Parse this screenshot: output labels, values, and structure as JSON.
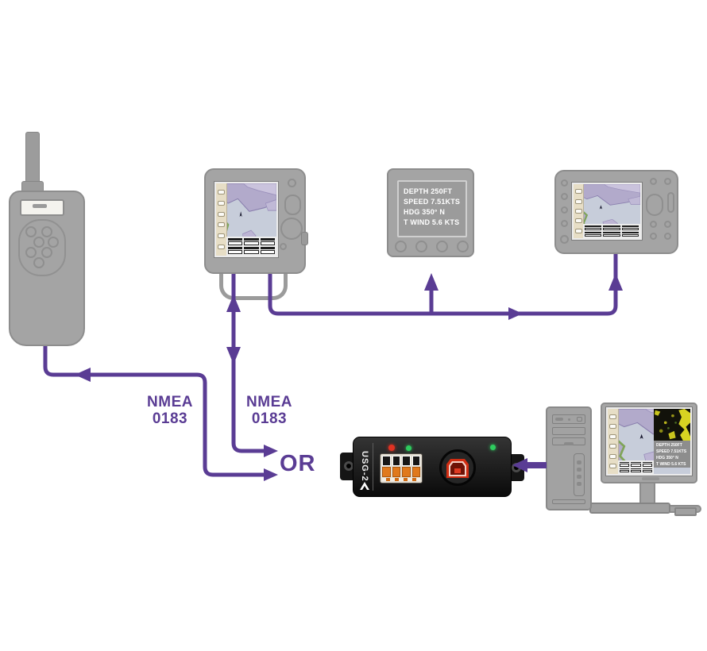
{
  "colors": {
    "connection_purple": "#5a3c94",
    "device_gray": "#a4a4a4",
    "usg2_black": "#151515",
    "usb_port_red": "#d12d12",
    "terminal_orange": "#e0791c",
    "led_red": "#e03222",
    "led_green": "#2ecc5e",
    "map_water": "#c7cdda",
    "map_land": "#b2aacb",
    "radar_yellow": "#d8d322"
  },
  "labels": {
    "nmea_left": {
      "line1": "NMEA",
      "line2": "0183"
    },
    "nmea_right": {
      "line1": "NMEA",
      "line2": "0183"
    },
    "or": "OR"
  },
  "instrument_display": {
    "lines": [
      "DEPTH 250FT",
      "SPEED 7.51KTS",
      "HDG 350° N",
      "T WIND 5.6 KTS"
    ]
  },
  "usg2_gateway": {
    "label": "USG-2"
  },
  "pc_monitor": {
    "data_lines": [
      "DEPTH 250FT",
      "SPEED 7.51KTS",
      "HDG 350° N",
      "T WIND 5.6 KTS"
    ]
  },
  "icons": {
    "handheld": "handheld-remote-icon",
    "chartplotter_portrait": "chartplotter-icon",
    "instrument": "instrument-display-icon",
    "chartplotter_landscape": "chartplotter-wide-icon",
    "usg2": "usb-gateway-icon",
    "pc": "desktop-computer-icon"
  }
}
